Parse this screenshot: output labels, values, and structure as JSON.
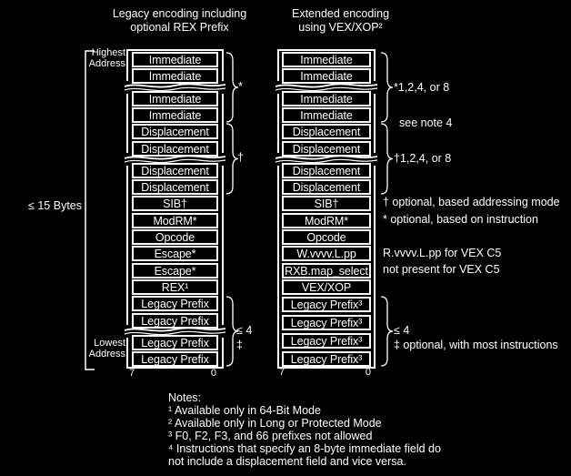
{
  "colors": {
    "background": "#000000",
    "foreground": "#ffffff"
  },
  "headers": {
    "left": {
      "line1": "Legacy encoding including",
      "line2": "optional REX Prefix"
    },
    "right": {
      "line1": "Extended encoding",
      "line2": "using VEX/XOP²"
    }
  },
  "gutter": {
    "highest_line1": "Highest",
    "highest_line2": "Address",
    "lowest_line1": "Lowest",
    "lowest_line2": "Address",
    "size_limit": "≤ 15 Bytes"
  },
  "scale": {
    "high_bit": "7",
    "low_bit": "0"
  },
  "left_column": {
    "rows": [
      "Immediate",
      "Immediate",
      "Immediate",
      "Immediate",
      "Displacement",
      "Displacement",
      "Displacement",
      "Displacement",
      "SIB†",
      "ModRM*",
      "Opcode",
      "Escape*",
      "Escape*",
      "REX¹",
      "Legacy Prefix",
      "Legacy Prefix",
      "Legacy Prefix",
      "Legacy Prefix"
    ],
    "annotations": {
      "immediate": "*",
      "displacement": "†",
      "prefix_count": "≤ 4",
      "prefix_optional": "‡"
    }
  },
  "right_column": {
    "rows": [
      "Immediate",
      "Immediate",
      "Immediate",
      "Immediate",
      "Displacement",
      "Displacement",
      "Displacement",
      "Displacement",
      "SIB†",
      "ModRM*",
      "Opcode",
      "W.vvvv.L.pp",
      "RXB.map_select",
      "VEX/XOP",
      "Legacy Prefix³",
      "Legacy Prefix³",
      "Legacy Prefix³",
      "Legacy Prefix³"
    ],
    "annotations": {
      "immediate_size": "*1,2,4, or 8",
      "see_note": "see note 4",
      "displacement_size": "†1,2,4, or 8",
      "prefix_count": "≤ 4",
      "prefix_optional": "‡ optional, with most instructions",
      "sib_note": "† optional, based addressing mode",
      "modrm_note": "* optional, based on instruction",
      "wvvvv_note": "R.vvvv.L.pp for VEX C5",
      "rxb_note": "not present for VEX C5"
    }
  },
  "notes": [
    "Notes:",
    "¹ Available only in 64-Bit Mode",
    "² Available only in Long or Protected Mode",
    "³ F0, F2, F3, and 66 prefixes not allowed",
    "⁴ Instructions that specify an 8-byte immediate field do",
    "not include a displacement field and vice versa."
  ]
}
